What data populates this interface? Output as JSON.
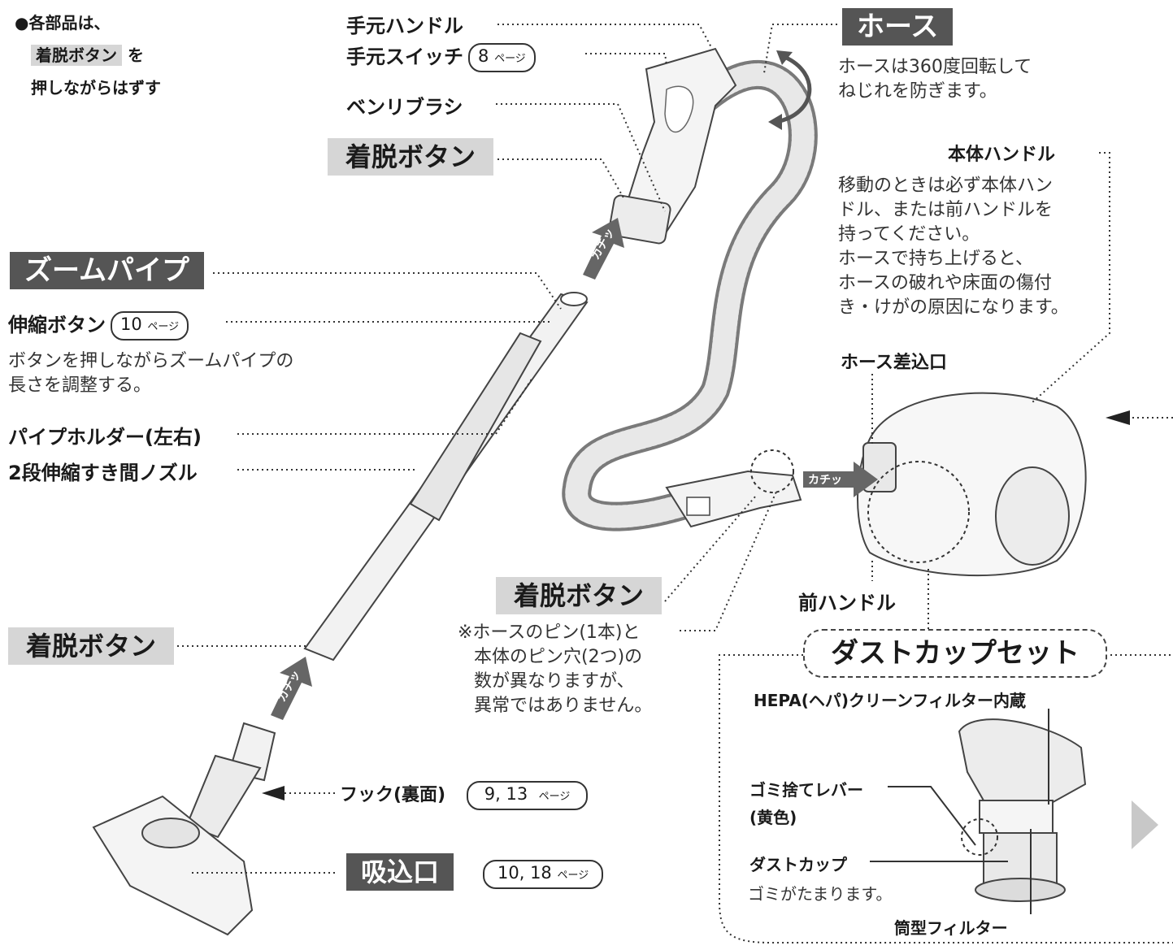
{
  "labels": {
    "bullet_mark": "●",
    "note_line1": "各部品は、",
    "note_btn": "着脱ボタン",
    "note_wo": "を",
    "note_line3": "押しながらはずす",
    "hand_handle": "手元ハンドル",
    "hand_switch": "手元スイッチ",
    "hand_switch_ref_num": "8",
    "page_word": "ページ",
    "benri_brush": "ベンリブラシ",
    "detach_button_top": "着脱ボタン",
    "zoom_pipe": "ズームパイプ",
    "extend_button": "伸縮ボタン",
    "extend_ref_num": "10",
    "extend_desc_1": "ボタンを押しながらズームパイプの",
    "extend_desc_2": "長さを調整する。",
    "pipe_holder": "パイプホルダー(左右)",
    "nozzle": "2段伸縮すき間ノズル",
    "detach_button_left": "着脱ボタン",
    "hook": "フック(裏面)",
    "hook_ref_num": "9, 13",
    "suction": "吸込口",
    "suction_ref_num": "10, 18",
    "hose": "ホース",
    "hose_desc_1": "ホースは360度回転して",
    "hose_desc_2": "ねじれを防ぎます。",
    "body_handle": "本体ハンドル",
    "body_desc_1": "移動のときは必ず本体ハン",
    "body_desc_2": "ドル、または前ハンドルを",
    "body_desc_3": "持ってください。",
    "body_desc_4": "ホースで持ち上げると、",
    "body_desc_5": "ホースの破れや床面の傷付",
    "body_desc_6": "き・けがの原因になります。",
    "hose_inlet": "ホース差込口",
    "detach_button_center": "着脱ボタン",
    "pin_note_1": "※ホースのピン(1本)と",
    "pin_note_2": "本体のピン穴(2つ)の",
    "pin_note_3": "数が異なりますが、",
    "pin_note_4": "異常ではありません。",
    "front_handle": "前ハンドル",
    "dust_cup_set": "ダストカップセット",
    "hepa": "HEPA(ヘパ)クリーンフィルター内蔵",
    "lever_1": "ゴミ捨てレバー",
    "lever_2": "(黄色)",
    "dust_cup": "ダストカップ",
    "dust_cup_desc": "ゴミがたまります。",
    "tube_filter": "筒型フィルター",
    "click_1": "カチッ",
    "click_2": "カチッ",
    "click_3": "カチッ"
  },
  "colors": {
    "dark_label_bg": "#555555",
    "gray_label_bg": "#d6d6d6",
    "line": "#333333"
  }
}
